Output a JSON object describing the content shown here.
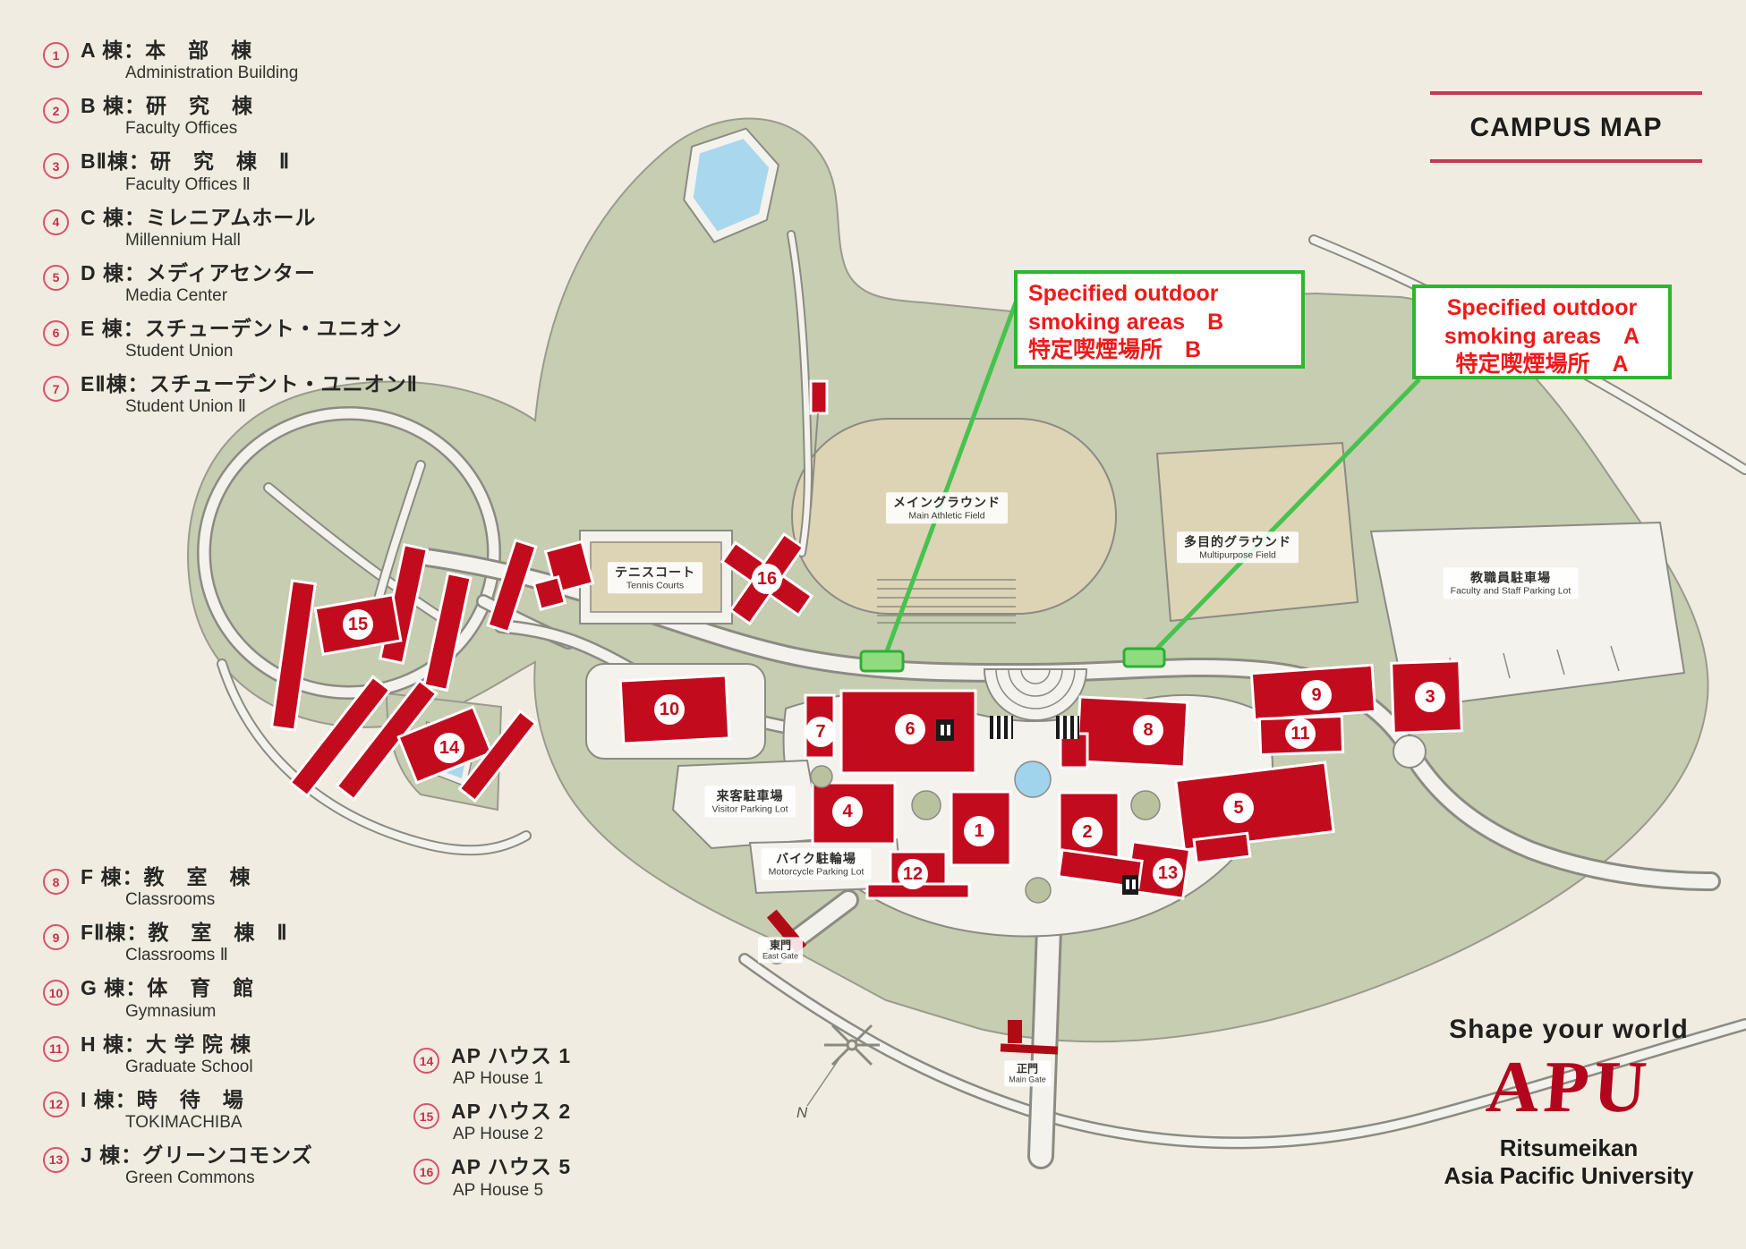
{
  "title": "CAMPUS MAP",
  "legend": {
    "items": [
      {
        "num": "1",
        "jp": "A 棟：本　部　棟",
        "en": "Administration Building"
      },
      {
        "num": "2",
        "jp": "B 棟：研　究　棟",
        "en": "Faculty Offices"
      },
      {
        "num": "3",
        "jp": "BⅡ棟：研　究　棟　Ⅱ",
        "en": "Faculty Offices Ⅱ"
      },
      {
        "num": "4",
        "jp": "C 棟：ミレニアムホール",
        "en": "Millennium Hall"
      },
      {
        "num": "5",
        "jp": "D 棟：メディアセンター",
        "en": "Media Center"
      },
      {
        "num": "6",
        "jp": "E 棟：スチューデント・ユニオン",
        "en": "Student Union"
      },
      {
        "num": "7",
        "jp": "EⅡ棟：スチューデント・ユニオンⅡ",
        "en": "Student Union Ⅱ"
      },
      {
        "num": "8",
        "jp": "F 棟：教　室　棟",
        "en": "Classrooms"
      },
      {
        "num": "9",
        "jp": "FⅡ棟：教　室　棟　Ⅱ",
        "en": "Classrooms Ⅱ"
      },
      {
        "num": "10",
        "jp": "G 棟：体　育　館",
        "en": "Gymnasium"
      },
      {
        "num": "11",
        "jp": "H 棟：大 学 院 棟",
        "en": "Graduate School"
      },
      {
        "num": "12",
        "jp": "I 棟：時　待　場",
        "en": "TOKIMACHIBA"
      },
      {
        "num": "13",
        "jp": "J 棟：グリーンコモンズ",
        "en": "Green Commons"
      },
      {
        "num": "14",
        "jp": "AP ハウス 1",
        "en": "AP House 1"
      },
      {
        "num": "15",
        "jp": "AP ハウス 2",
        "en": "AP House 2"
      },
      {
        "num": "16",
        "jp": "AP ハウス 5",
        "en": "AP House 5"
      }
    ]
  },
  "annotations": {
    "smoking_b": {
      "line1": "Specified outdoor",
      "line2": "smoking areas　B",
      "line3": "特定喫煙場所　B"
    },
    "smoking_a": {
      "line1": "Specified outdoor",
      "line2": "smoking areas　A",
      "line3": "特定喫煙場所　A"
    }
  },
  "map_labels": {
    "main_field": {
      "jp": "メイングラウンド",
      "en": "Main Athletic Field"
    },
    "multipurpose_field": {
      "jp": "多目的グラウンド",
      "en": "Multipurpose Field"
    },
    "faculty_parking": {
      "jp": "教職員駐車場",
      "en": "Faculty and Staff Parking Lot"
    },
    "tennis_courts": {
      "jp": "テニスコート",
      "en": "Tennis Courts"
    },
    "visitor_parking": {
      "jp": "来客駐車場",
      "en": "Visitor Parking Lot"
    },
    "motorcycle_parking": {
      "jp": "バイク駐輪場",
      "en": "Motorcycle Parking Lot"
    },
    "east_gate": {
      "jp": "東門",
      "en": "East Gate"
    },
    "main_gate": {
      "jp": "正門",
      "en": "Main Gate"
    }
  },
  "markers": {
    "m1": "1",
    "m2": "2",
    "m3": "3",
    "m4": "4",
    "m5": "5",
    "m6": "6",
    "m7": "7",
    "m8": "8",
    "m9": "9",
    "m10": "10",
    "m11": "11",
    "m12": "12",
    "m13": "13",
    "m14": "14",
    "m15": "15",
    "m16": "16"
  },
  "branding": {
    "tagline": "Shape your world",
    "logo": "APU",
    "institution_line1": "Ritsumeikan",
    "institution_line2": "Asia Pacific University"
  },
  "compass": {
    "north": "N"
  },
  "colors": {
    "building_red": "#c30b1e",
    "campus_green": "#c6cdb0",
    "field_beige": "#ddd4b6",
    "smoking_green_border": "#2fb52f",
    "smoking_green_fill": "#8fdc7f",
    "annotation_red": "#ee1a1a",
    "title_rule": "#c23a55",
    "apu_red": "#b3051d",
    "lake_blue": "#a9d7ee"
  }
}
